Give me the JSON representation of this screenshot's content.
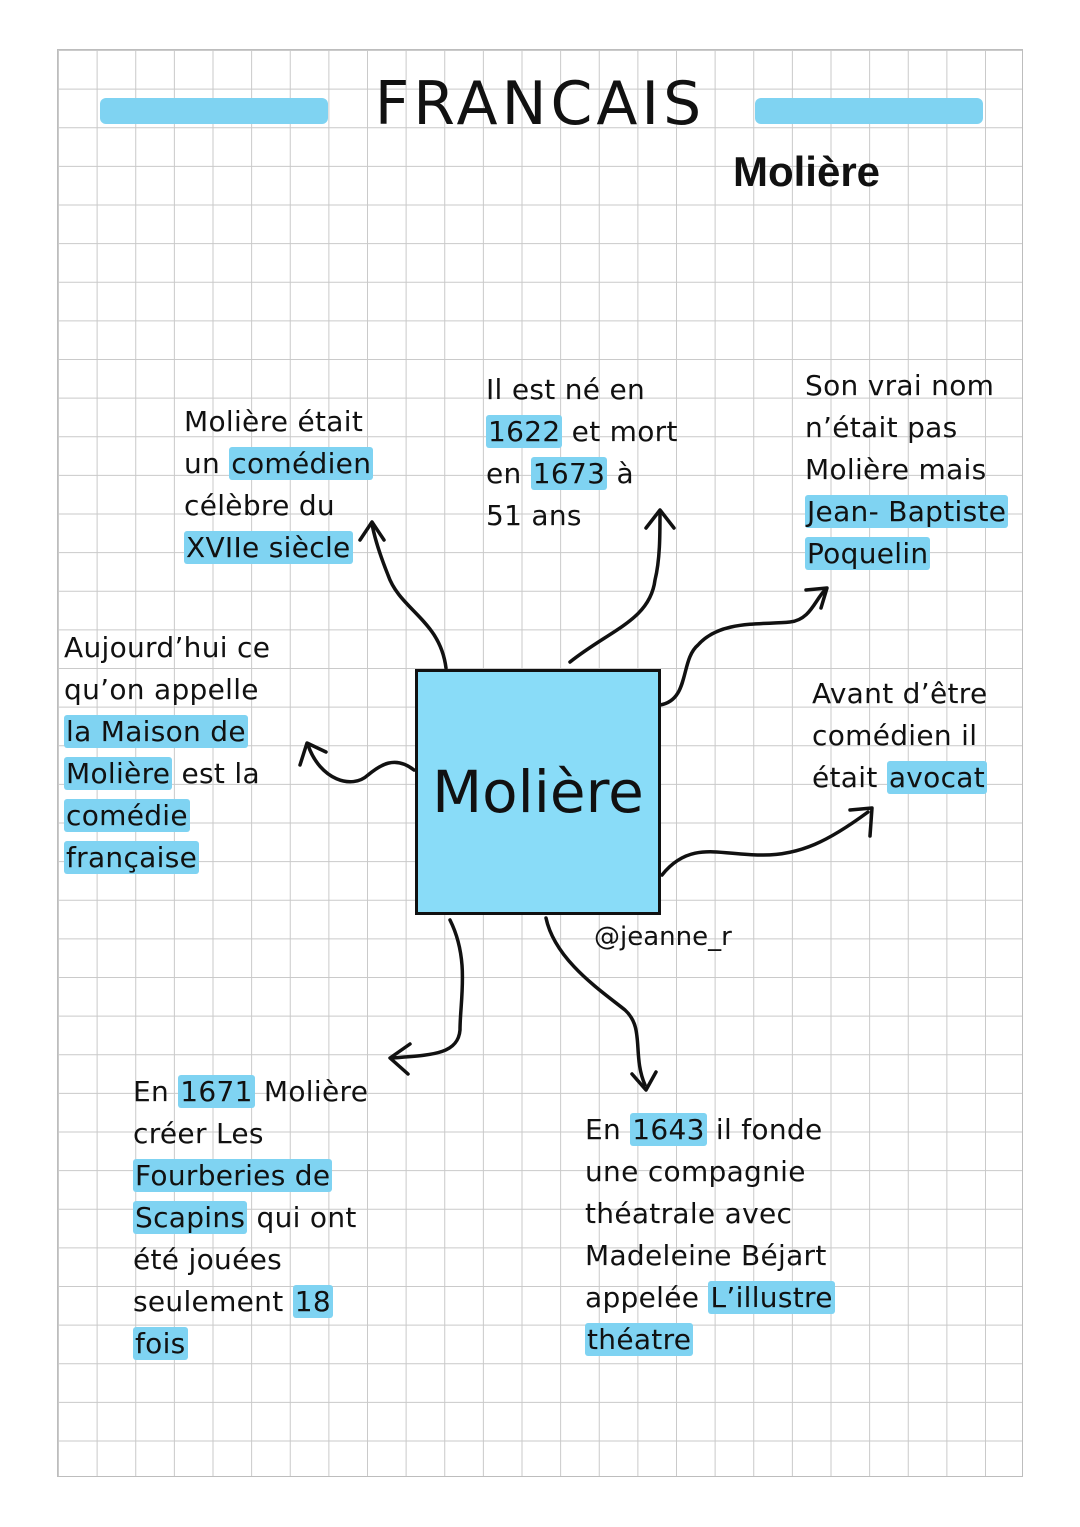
{
  "header": {
    "title": "FRANCAIS",
    "subtitle": "Molière",
    "highlight_color": "#7fd3f2"
  },
  "center": {
    "label": "Molière",
    "fill_color": "#89dcf8"
  },
  "credit": "@jeanne_r",
  "notes": {
    "comedien": [
      {
        "t": "Molière était\nun "
      },
      {
        "t": "comédien",
        "h": true
      },
      {
        "t": "\ncélèbre du\n"
      },
      {
        "t": "XVIIe siècle",
        "h": true
      }
    ],
    "dates": [
      {
        "t": "Il est né en\n"
      },
      {
        "t": "1622",
        "h": true
      },
      {
        "t": " et mort\nen "
      },
      {
        "t": "1673",
        "h": true
      },
      {
        "t": " à\n51 ans"
      }
    ],
    "vrai_nom": [
      {
        "t": "Son vrai nom\nn’était pas\nMolière mais\n"
      },
      {
        "t": "Jean- Baptiste",
        "h": true
      },
      {
        "t": "\n"
      },
      {
        "t": "Poquelin",
        "h": true
      }
    ],
    "maison": [
      {
        "t": "Aujourd’hui ce\nqu’on appelle\n"
      },
      {
        "t": "la Maison de",
        "h": true
      },
      {
        "t": "\n"
      },
      {
        "t": "Molière",
        "h": true
      },
      {
        "t": " est la\n"
      },
      {
        "t": "comédie",
        "h": true
      },
      {
        "t": "\n"
      },
      {
        "t": "française",
        "h": true
      }
    ],
    "avocat": [
      {
        "t": "Avant d’être\ncomédien il\nétait "
      },
      {
        "t": "avocat",
        "h": true
      }
    ],
    "fourberies": [
      {
        "t": "En "
      },
      {
        "t": "1671",
        "h": true
      },
      {
        "t": " Molière\ncréer Les\n"
      },
      {
        "t": "Fourberies de",
        "h": true
      },
      {
        "t": "\n"
      },
      {
        "t": "Scapins",
        "h": true
      },
      {
        "t": " qui ont\nété jouées\nseulement "
      },
      {
        "t": "18",
        "h": true
      },
      {
        "t": "\n"
      },
      {
        "t": "fois",
        "h": true
      }
    ],
    "compagnie": [
      {
        "t": "En "
      },
      {
        "t": "1643",
        "h": true
      },
      {
        "t": " il fonde\nune compagnie\nthéatrale avec\nMadeleine Béjart\nappelée "
      },
      {
        "t": "L’illustre",
        "h": true
      },
      {
        "t": "\n"
      },
      {
        "t": "théatre",
        "h": true
      }
    ]
  }
}
